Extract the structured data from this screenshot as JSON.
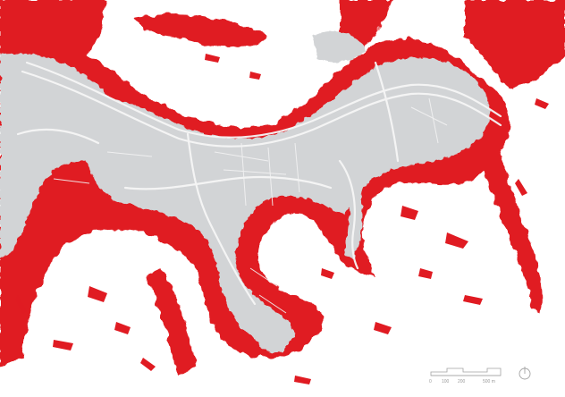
{
  "map": {
    "colors": {
      "background": "#ffffff",
      "urban_fill": "#d2d4d6",
      "slope_red": "#e01b22",
      "street_line": "#f6f6f6",
      "scale_gray": "#a3a3a3"
    },
    "scale_bar": {
      "tick_labels": [
        "0",
        "100",
        "200",
        "500 m"
      ]
    },
    "north_arrow": {
      "icon": "north-arrow-circle-icon"
    }
  }
}
